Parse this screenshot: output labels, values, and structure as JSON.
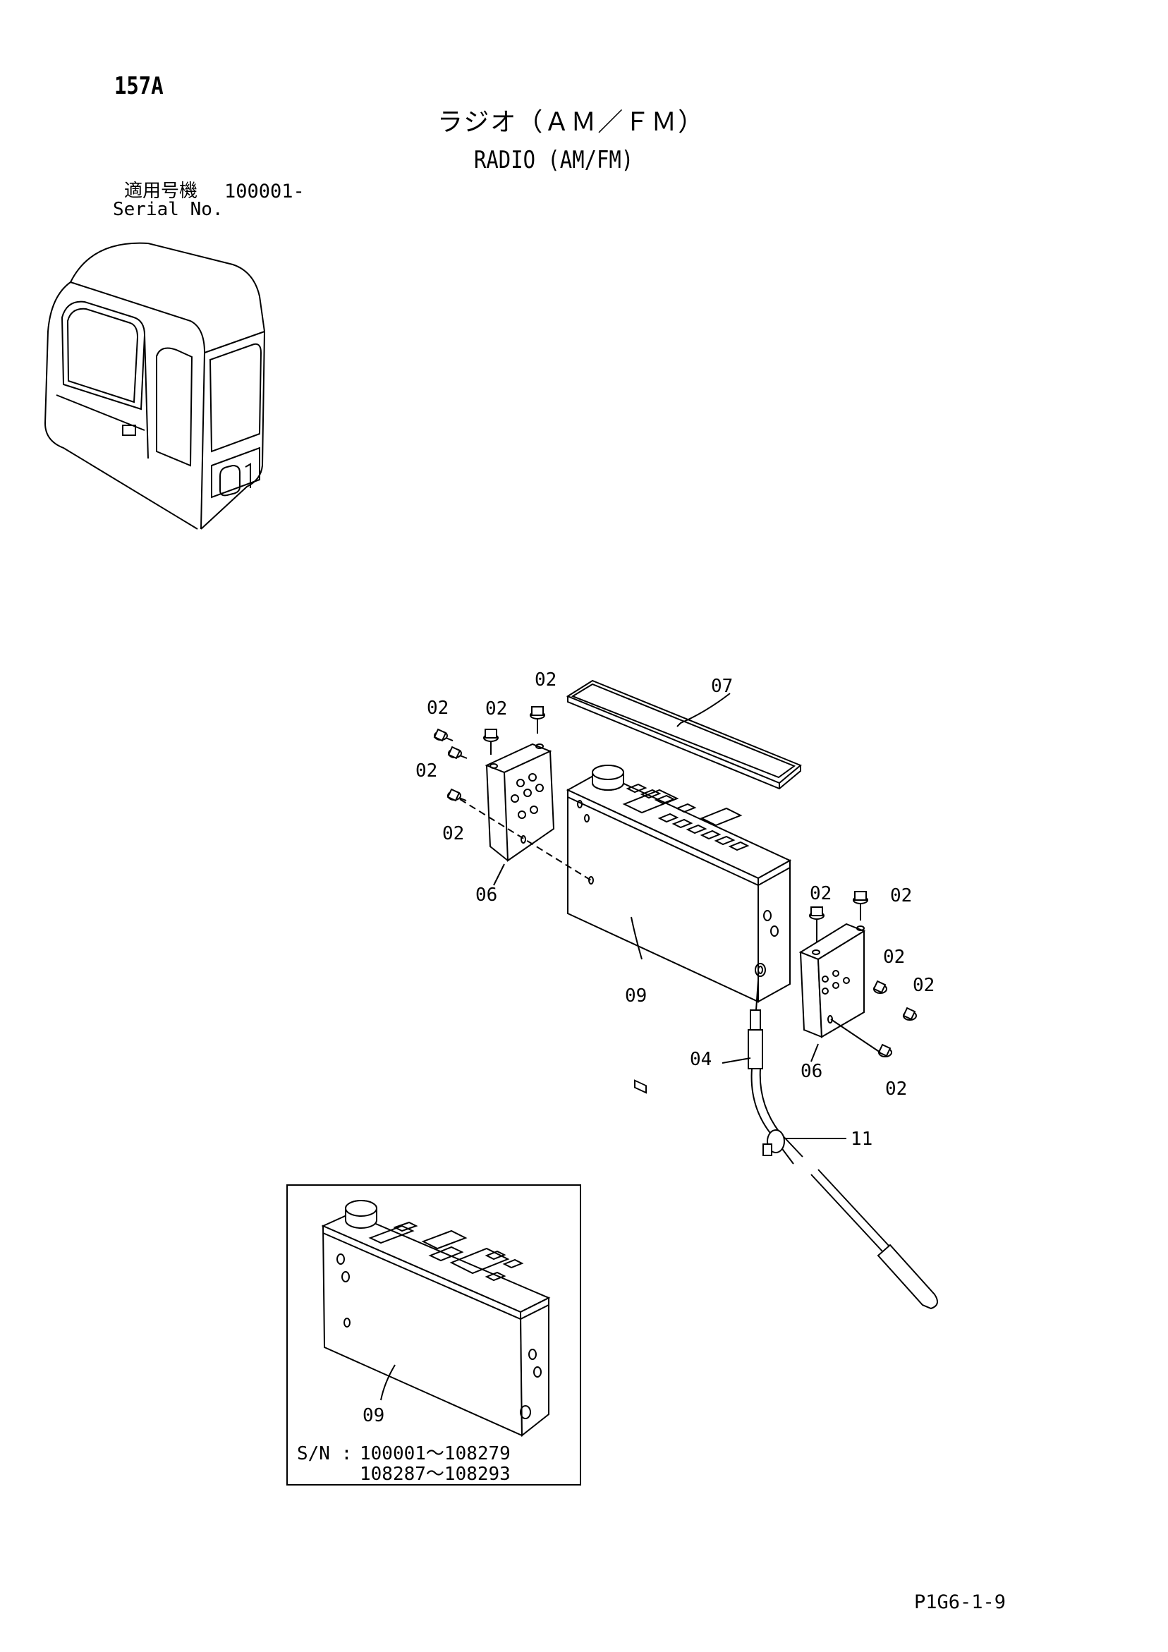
{
  "header": {
    "page_number": "157A",
    "title_jp": "ラジオ（ＡＭ／ＦＭ）",
    "title_en": "RADIO (AM/FM)",
    "serial_label_jp": "適用号機",
    "serial_value": "100001-",
    "serial_label_en": "Serial No."
  },
  "callouts": {
    "c02": "02",
    "c04": "04",
    "c06": "06",
    "c07": "07",
    "c09": "09",
    "c11": "11"
  },
  "inset": {
    "part_label": "09",
    "sn_label": "S/N :",
    "sn_ranges": [
      "100001～108279",
      "108287～108293"
    ]
  },
  "footer": {
    "doc_code": "P1G6-1-9"
  }
}
